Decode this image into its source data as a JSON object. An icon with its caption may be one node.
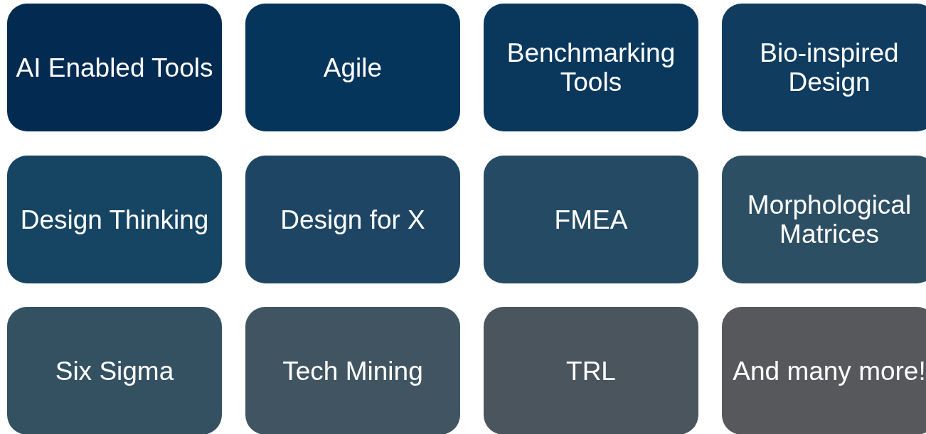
{
  "diagram": {
    "nodes": [
      {
        "text": [
          "AI Enabled Tools"
        ]
      },
      {
        "text": [
          "Agile"
        ]
      },
      {
        "text": [
          "Benchmarking Tools"
        ]
      },
      {
        "text": [
          "Bio-inspired Design"
        ]
      },
      {
        "text": [
          "Design Thinking"
        ]
      },
      {
        "text": [
          "Design for X"
        ]
      },
      {
        "text": [
          "FMEA"
        ]
      },
      {
        "text": [
          "Morphological Matrices"
        ]
      },
      {
        "text": [
          "Six Sigma"
        ]
      },
      {
        "text": [
          "Tech Mining"
        ]
      },
      {
        "text": [
          "TRL"
        ]
      },
      {
        "text": [
          "And many more!"
        ]
      }
    ]
  }
}
